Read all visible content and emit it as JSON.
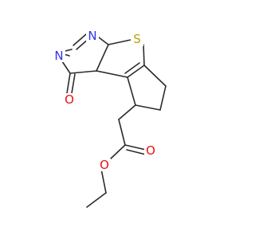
{
  "molecule": {
    "atoms": {
      "n1": {
        "symbol": "N",
        "color": "#3333ee"
      },
      "n3": {
        "symbol": "N",
        "color": "#3333ee"
      },
      "s": {
        "symbol": "S",
        "color": "#b8a200"
      },
      "o_keto": {
        "symbol": "O",
        "color": "#ee1111"
      },
      "o_carbonyl": {
        "symbol": "O",
        "color": "#ee1111"
      },
      "o_ether": {
        "symbol": "O",
        "color": "#ee1111"
      }
    },
    "bond_color": "#2b2b2b",
    "background": "#ffffff"
  }
}
